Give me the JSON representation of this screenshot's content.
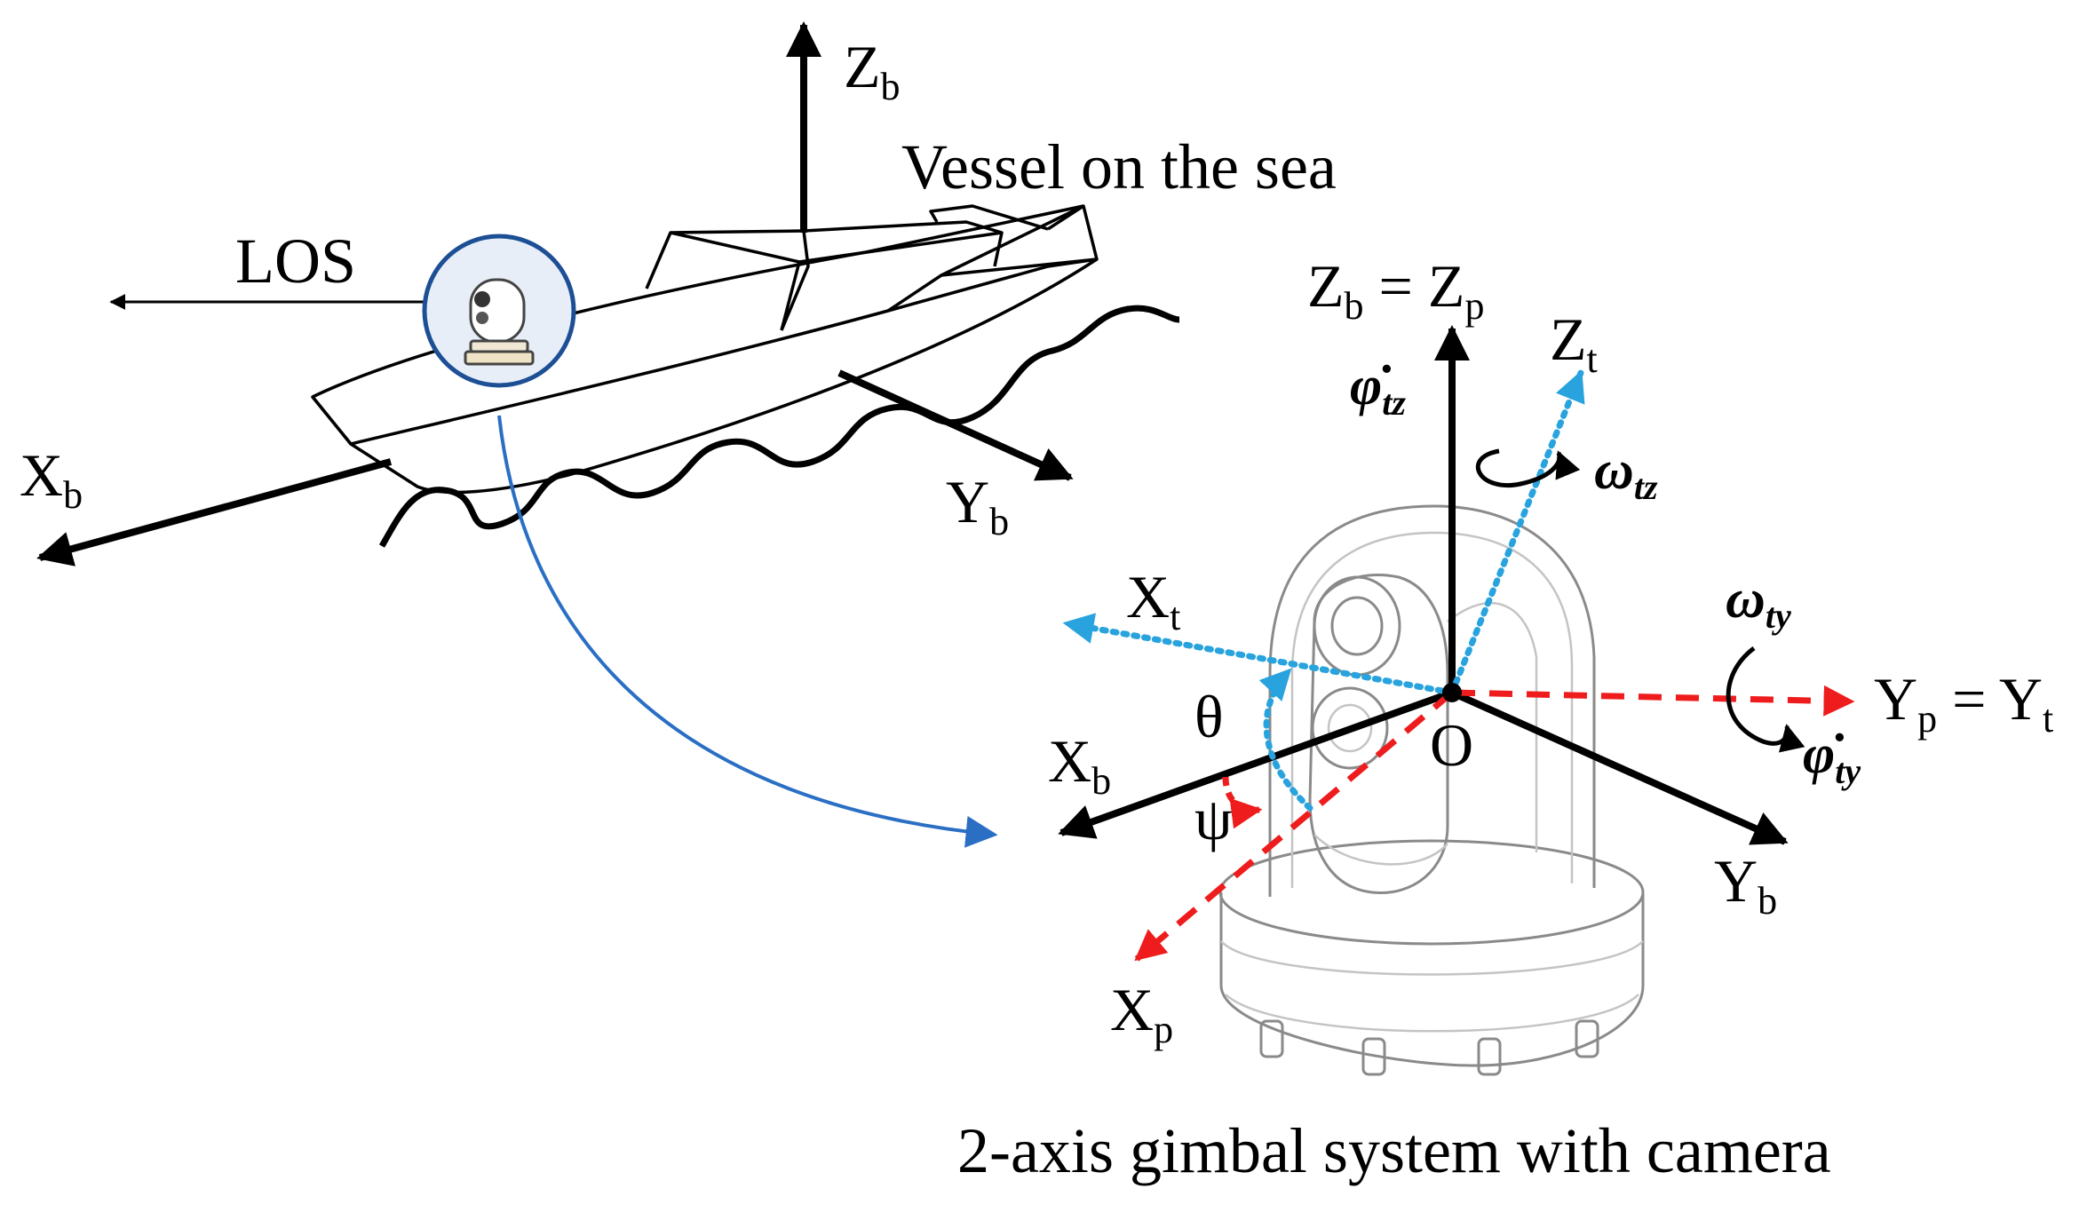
{
  "title": "Vessel on the sea",
  "caption": "2-axis gimbal system with camera",
  "ship_labels": {
    "los": "LOS",
    "zb_base": "Z",
    "zb_sub": "b",
    "xb_base": "X",
    "xb_sub": "b",
    "yb_base": "Y",
    "yb_sub": "b"
  },
  "gimbal_labels": {
    "zbzp_1": "Z",
    "zbzp_1sub": "b",
    "zbzp_eq": " = Z",
    "zbzp_2sub": "p",
    "zt_base": "Z",
    "zt_sub": "t",
    "xt_base": "X",
    "xt_sub": "t",
    "xb_base": "X",
    "xb_sub": "b",
    "yb_base": "Y",
    "yb_sub": "b",
    "xp_base": "X",
    "xp_sub": "p",
    "ypyt_1": "Y",
    "ypyt_1sub": "p",
    "ypyt_eq": " = Y",
    "ypyt_2sub": "t",
    "origin": "O",
    "theta": "θ",
    "psi": "ψ",
    "phi_tz": "φ̇",
    "phi_tz_sub": "tz",
    "omega_tz": "ω",
    "omega_tz_sub": "tz",
    "omega_ty": "ω",
    "omega_ty_sub": "ty",
    "phi_ty": "φ̇",
    "phi_ty_sub": "ty"
  },
  "colors": {
    "body_axes": "#000000",
    "tilt_axes": "#29a3dd",
    "pan_axes": "#ee1c1c",
    "link_arrow": "#2a6fc4",
    "gimbal_outline": "#8a8a8a"
  },
  "icons": [
    "ship-drawing",
    "sea-wave",
    "gimbal-camera-drawing",
    "rotation-arrow-icon",
    "magnifier-circle"
  ]
}
